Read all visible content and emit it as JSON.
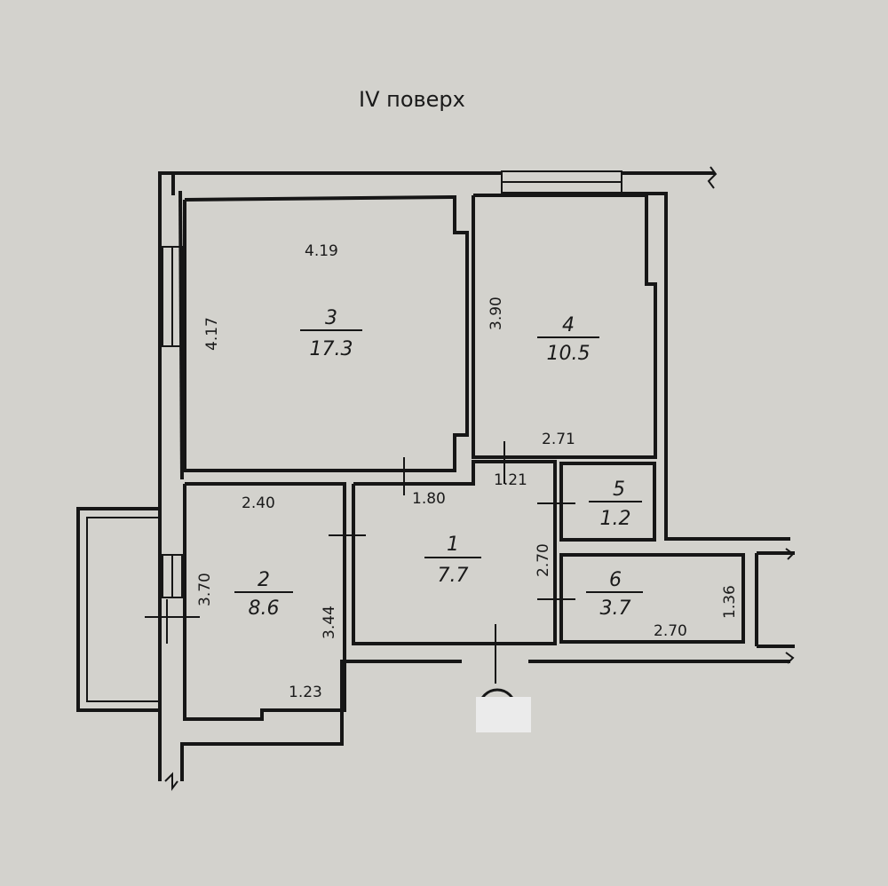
{
  "floor_title": "IV поверх",
  "rooms": [
    {
      "id": "3",
      "number": "3",
      "area": "17.3",
      "dims": [
        "4.19",
        "4.17"
      ]
    },
    {
      "id": "4",
      "number": "4",
      "area": "10.5",
      "dims": [
        "3.90",
        "2.71"
      ]
    },
    {
      "id": "2",
      "number": "2",
      "area": "8.6",
      "dims": [
        "2.40",
        "3.70",
        "3.44",
        "1.23"
      ]
    },
    {
      "id": "1",
      "number": "1",
      "area": "7.7",
      "dims": [
        "1.80",
        "1.21",
        "2.70"
      ]
    },
    {
      "id": "5",
      "number": "5",
      "area": "1.2",
      "dims": []
    },
    {
      "id": "6",
      "number": "6",
      "area": "3.7",
      "dims": [
        "1.36",
        "2.70"
      ]
    }
  ]
}
